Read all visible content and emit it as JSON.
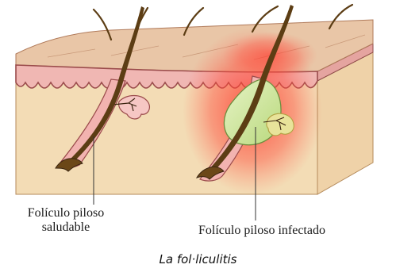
{
  "labels": {
    "healthy_line1": "Folículo piloso",
    "healthy_line2": "saludable",
    "infected": "Folículo piloso infectado"
  },
  "caption": "La fol·liculitis",
  "colors": {
    "skin_top": "#e7c3a4",
    "dermis": "#f3dcb5",
    "epidermis": "#f0b7b3",
    "epidermis_line": "#9a4b4b",
    "hair": "#5c3d14",
    "inflammation": "#ff3b2e",
    "pus": "#cfe6a0"
  }
}
